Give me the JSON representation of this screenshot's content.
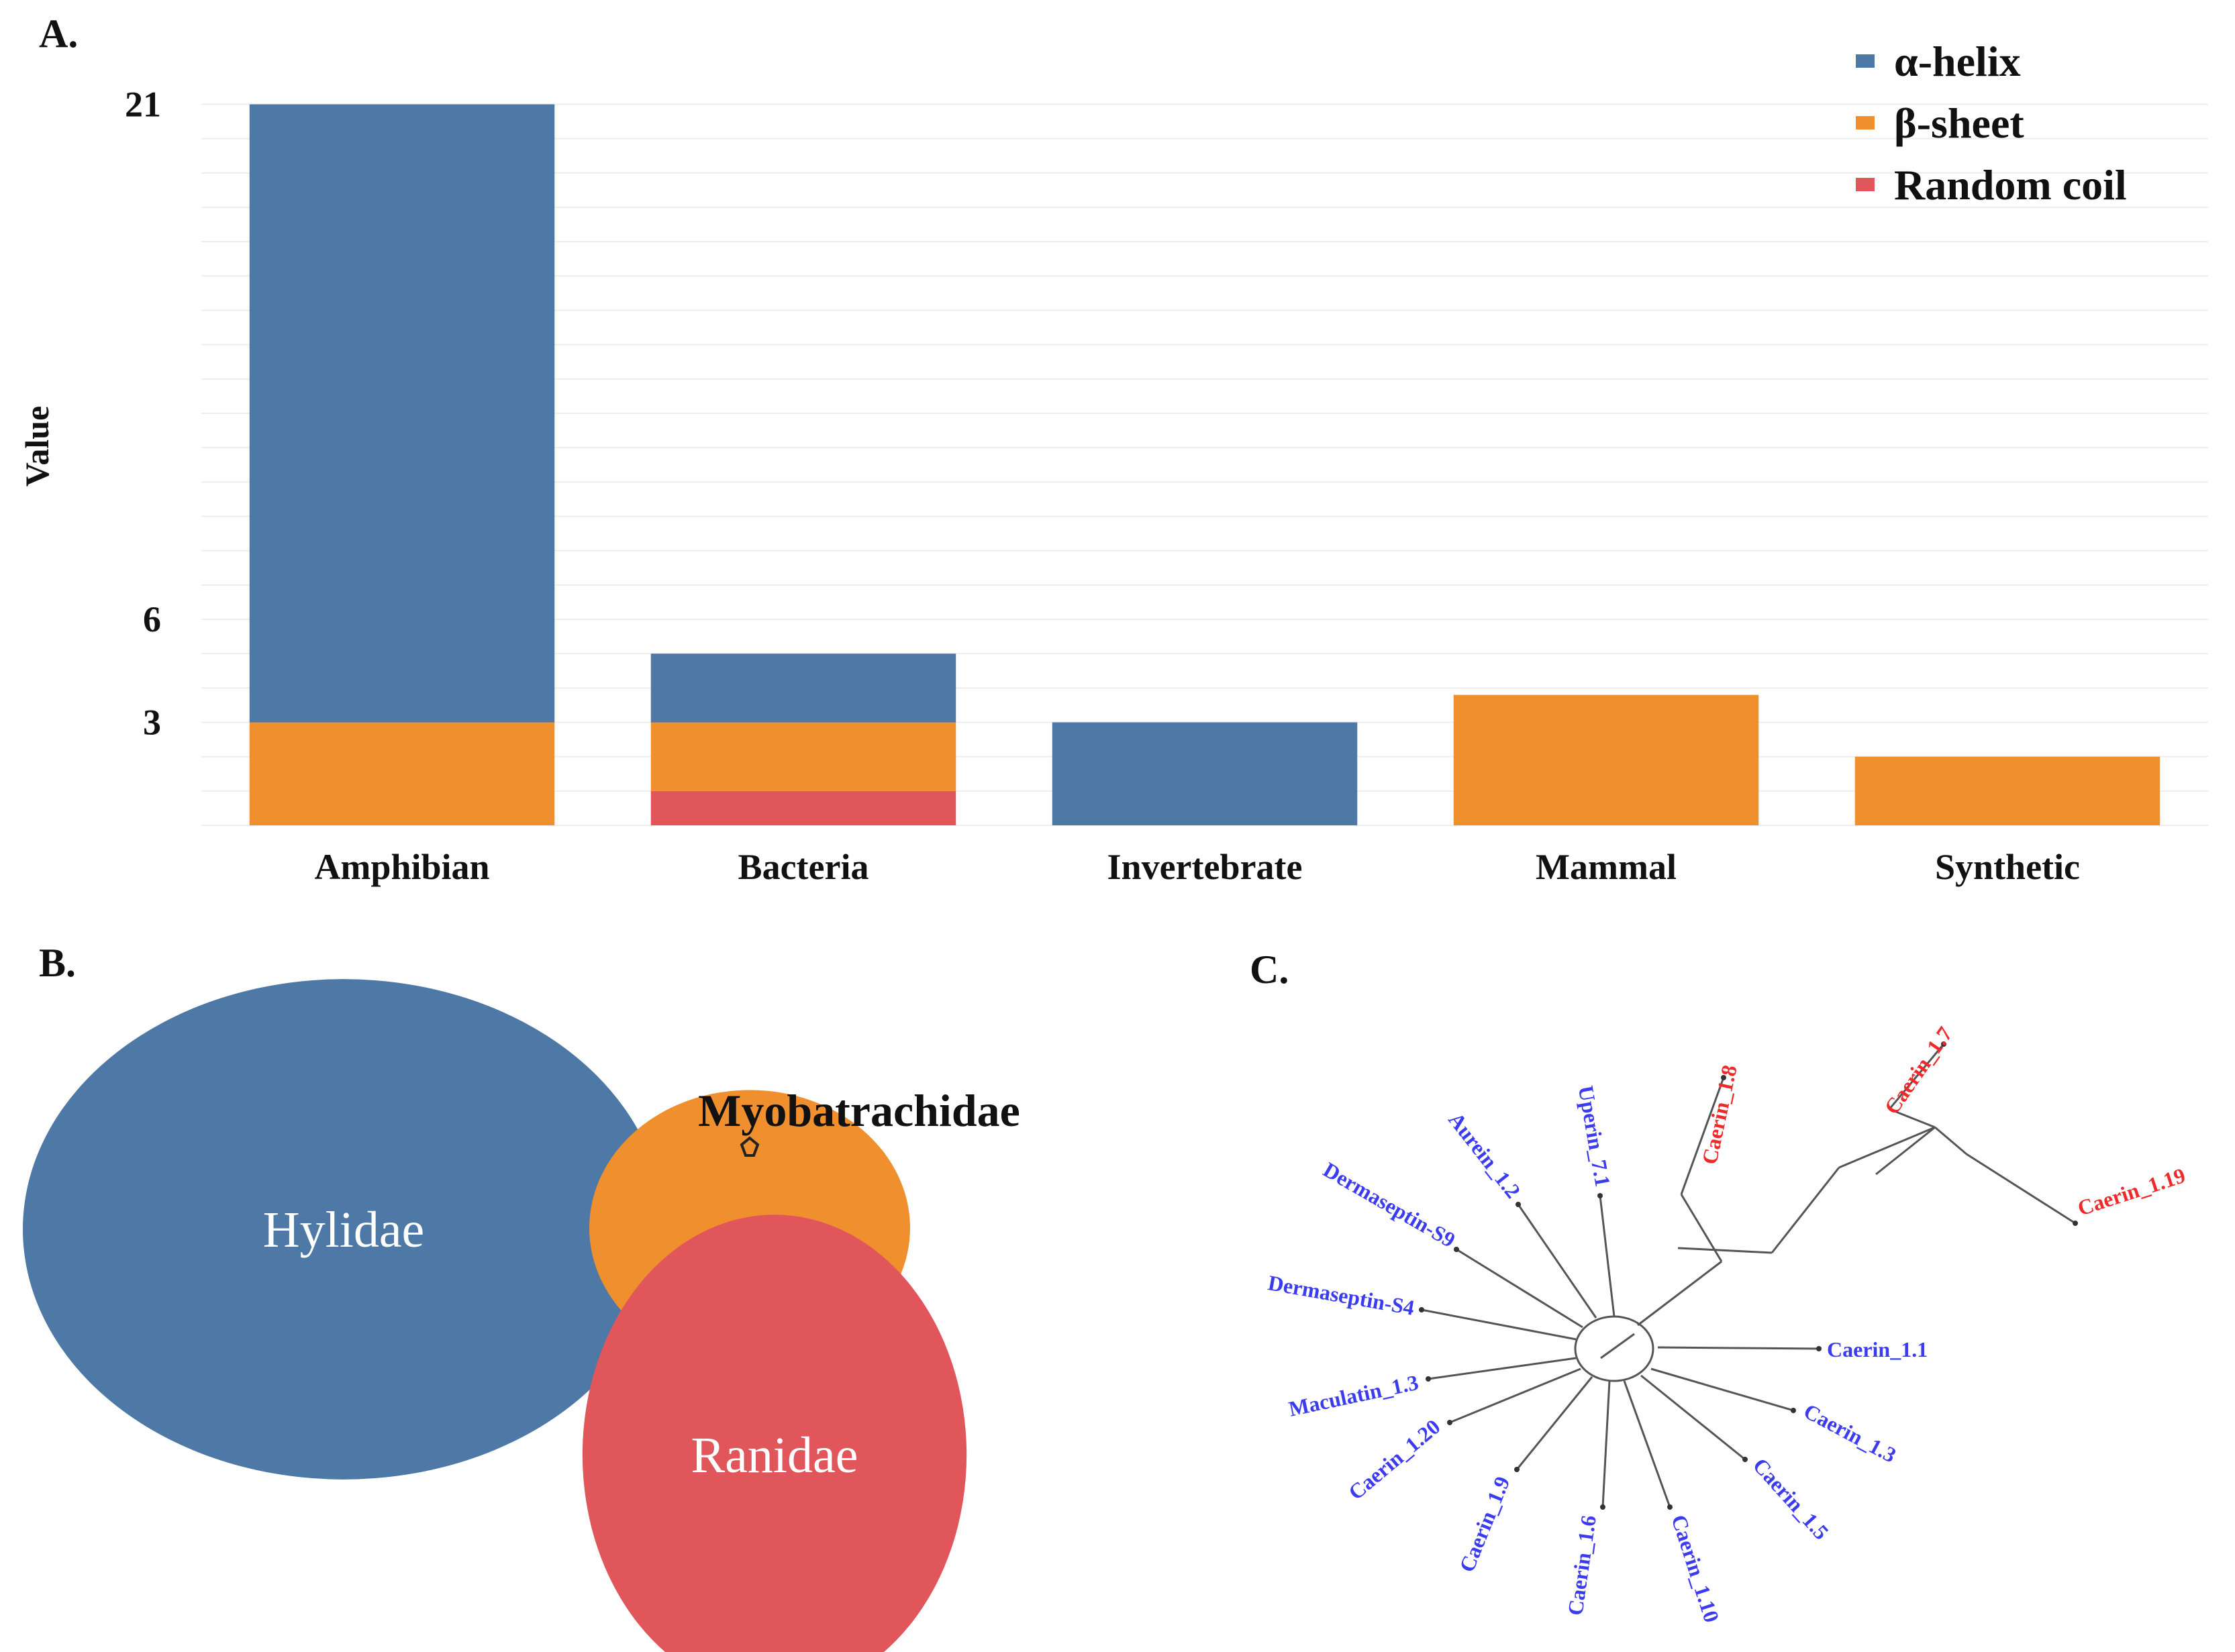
{
  "panels": {
    "a_label": "A.",
    "b_label": "B.",
    "c_label": "C."
  },
  "colors": {
    "alpha_helix": "#4e78a5",
    "beta_sheet": "#f08f2e",
    "random_coil": "#e0565b",
    "tree_line": "#555555",
    "leaf_blue": "#3b3bf0",
    "leaf_red": "#f02a2a"
  },
  "chart_data": [
    {
      "type": "bar",
      "stacked": true,
      "categories": [
        "Amphibian",
        "Bacteria",
        "Invertebrate",
        "Mammal",
        "Synthetic"
      ],
      "series": [
        {
          "name": "Random coil",
          "color": "#e0565b",
          "values": [
            0,
            1,
            0,
            0,
            0
          ]
        },
        {
          "name": "β-sheet",
          "color": "#f08f2e",
          "values": [
            3,
            2,
            0,
            3.8,
            2
          ]
        },
        {
          "name": "α-helix",
          "color": "#4e78a5",
          "values": [
            18,
            2,
            3,
            0,
            0
          ]
        }
      ],
      "legend_order": [
        "α-helix",
        "β-sheet",
        "Random coil"
      ],
      "legend_position": "top-right",
      "ylabel": "Value",
      "yticks": [
        3,
        6,
        21
      ],
      "ylim": [
        0,
        21.4
      ],
      "grid": true
    },
    {
      "type": "bubble",
      "bubbles": [
        {
          "label": "Hylidae",
          "color": "#4e78a5",
          "relative_size": 1.0,
          "label_style": "inside"
        },
        {
          "label": "Myobatrachidae",
          "color": "#f08f2e",
          "relative_size": 0.25,
          "label_style": "above"
        },
        {
          "label": "Ranidae",
          "color": "#e0565b",
          "relative_size": 0.56,
          "label_style": "inside"
        }
      ]
    },
    {
      "type": "tree",
      "leaves": [
        {
          "label": "Caerin_1.8",
          "group": "red"
        },
        {
          "label": "Caerin_1.7",
          "group": "red"
        },
        {
          "label": "Caerin_1.19",
          "group": "red"
        },
        {
          "label": "Caerin_1.1",
          "group": "blue"
        },
        {
          "label": "Caerin_1.3",
          "group": "blue"
        },
        {
          "label": "Caerin_1.5",
          "group": "blue"
        },
        {
          "label": "Caerin_1.10",
          "group": "blue"
        },
        {
          "label": "Caerin_1.6",
          "group": "blue"
        },
        {
          "label": "Caerin_1.9",
          "group": "blue"
        },
        {
          "label": "Caerin_1.20",
          "group": "blue"
        },
        {
          "label": "Maculatin_1.3",
          "group": "blue"
        },
        {
          "label": "Dermaseptin-S4",
          "group": "blue"
        },
        {
          "label": "Dermaseptin-S9",
          "group": "blue"
        },
        {
          "label": "Aurein_1.2",
          "group": "blue"
        },
        {
          "label": "Uperin_7.1",
          "group": "blue"
        }
      ]
    }
  ]
}
